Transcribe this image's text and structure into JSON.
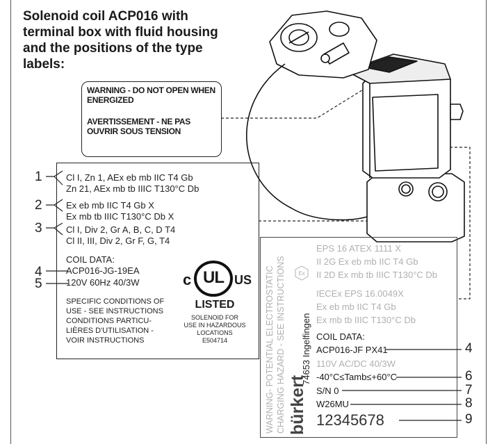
{
  "title": "Solenoid coil ACP016 with terminal box with fluid housing and the positions of the type labels:",
  "warning": {
    "line1": "WARNING - DO NOT OPEN WHEN ENERGIZED",
    "line2": "AVERTISSEMENT - NE PAS OUVRIR SOUS TENSION"
  },
  "label_ul": {
    "groups": [
      {
        "num": "1",
        "lines": [
          "Cl I, Zn 1, AEx eb mb IIC T4 Gb",
          "Zn 21, AEx mb tb IIIC T130°C Db"
        ]
      },
      {
        "num": "2",
        "lines": [
          "Ex eb mb IIC T4 Gb X",
          "Ex mb tb IIIC T130°C Db X"
        ]
      },
      {
        "num": "3",
        "lines": [
          "Cl I, Div 2, Gr A, B, C, D T4",
          "Cl II, III, Div 2, Gr F, G, T4"
        ]
      }
    ],
    "coil_data": "COIL DATA:",
    "item4": {
      "num": "4",
      "text": "ACP016-JG-19EA"
    },
    "item5": {
      "num": "5",
      "text": "120V 60Hz 40/3W"
    },
    "conditions": [
      "SPECIFIC CONDITIONS OF",
      "USE - SEE INSTRUCTIONS",
      "CONDITIONS PARTICU-",
      "LIÈRES D'UTILISATION -",
      "VOIR INSTRUCTIONS"
    ],
    "ul_mark": {
      "c": "c",
      "ul": "UL",
      "us": "US",
      "listed": "LISTED",
      "caption": [
        "SOLENOID FOR",
        "USE IN HAZARDOUS",
        "LOCATIONS",
        "E504714"
      ]
    }
  },
  "label_burkert": {
    "side_text": [
      "WARNING- POTENTIAL ELECTROSTATIC",
      "CHARGING HAZARD - SEE INSTRUCTIONS"
    ],
    "brand": "bürkert",
    "address": "74653 Ingelfingen",
    "ex_symbol": "Ex",
    "lines": [
      "EPS 16 ATEX 1111 X",
      "II 2G Ex eb mb IIC T4 Gb",
      "II 2D Ex mb tb IIIC T130°C Db",
      "IECEx EPS 16.0049X",
      "Ex eb mb IIC T4 Gb",
      "Ex mb tb IIIC T130°C Db"
    ],
    "coil_data": "COIL DATA:",
    "item4": {
      "num": "4",
      "text": "ACP016-JF PX41"
    },
    "voltage": "110V AC/DC 40/3W",
    "item6": {
      "num": "6",
      "text": "-40°C≤Tamb≤+60°C"
    },
    "item7": {
      "num": "7",
      "text": "S/N 0"
    },
    "item8": {
      "num": "8",
      "text": "W26MU"
    },
    "item9": {
      "num": "9",
      "text": "12345678"
    }
  }
}
